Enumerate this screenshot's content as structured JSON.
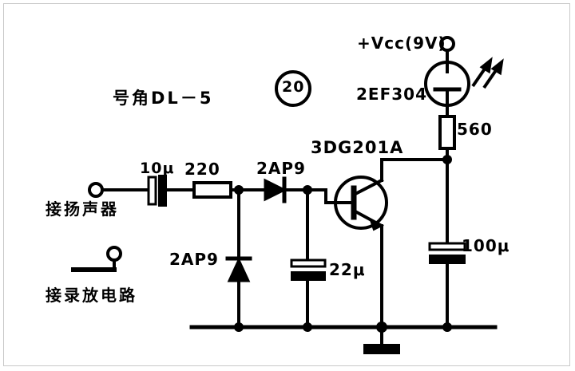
{
  "figure": {
    "number": "20",
    "kind": "schematic-circuit-diagram",
    "background": "#ffffff",
    "ink": "#000000"
  },
  "labels": {
    "supply": "+Vᴄᴄ(9V)",
    "led_part": "2EF304",
    "resistor_560": "560",
    "transistor_part": "3DG201A",
    "horn_speaker": "号角DL－5",
    "cap_10u": "10μ",
    "resistor_220": "220",
    "diode_series": "2AP9",
    "diode_shunt": "2AP9",
    "cap_22u": "22μ",
    "cap_100u": "100μ",
    "input_speaker": "接扬声器",
    "input_recorder": "接录放电路"
  },
  "components": [
    {
      "ref": "C1",
      "type": "capacitor-electrolytic",
      "value": "10μ"
    },
    {
      "ref": "R1",
      "type": "resistor",
      "value": "220"
    },
    {
      "ref": "D1",
      "type": "diode",
      "value": "2AP9"
    },
    {
      "ref": "D2",
      "type": "diode",
      "value": "2AP9"
    },
    {
      "ref": "C2",
      "type": "capacitor-electrolytic",
      "value": "22μ"
    },
    {
      "ref": "Q1",
      "type": "transistor-npn",
      "value": "3DG201A"
    },
    {
      "ref": "R2",
      "type": "resistor",
      "value": "560"
    },
    {
      "ref": "LED1",
      "type": "light-emitting-diode",
      "value": "2EF304"
    },
    {
      "ref": "C3",
      "type": "capacitor-electrolytic",
      "value": "100μ"
    }
  ],
  "terminals": [
    {
      "name": "vcc",
      "label": "+Vᴄᴄ(9V)"
    },
    {
      "name": "speaker-in",
      "label": "接扬声器"
    },
    {
      "name": "recorder-in",
      "label": "接录放电路"
    },
    {
      "name": "ground",
      "label": ""
    }
  ]
}
